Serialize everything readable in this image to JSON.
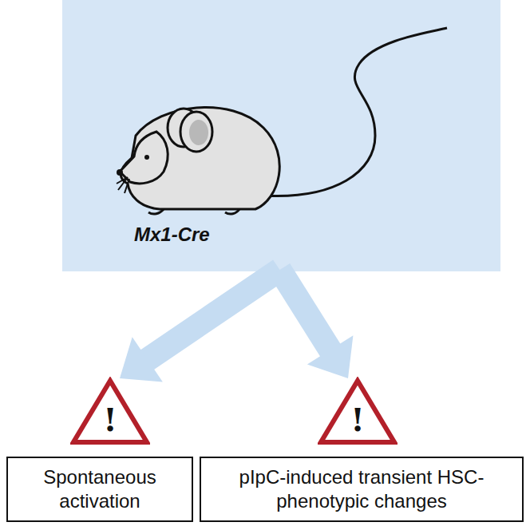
{
  "diagram": {
    "nodes": [
      {
        "text": [
          "Mx1-Cre"
        ]
      },
      {
        "text": [
          "!"
        ]
      },
      {
        "text": [
          "!"
        ]
      },
      {
        "text": [
          "Spontaneous activation"
        ]
      },
      {
        "text": [
          "pIpC-induced transient HSC-phenotypic changes"
        ]
      }
    ],
    "edges": [
      {
        "from": 0,
        "to": 1,
        "arrow": "to"
      },
      {
        "from": 0,
        "to": 2,
        "arrow": "to"
      }
    ]
  }
}
